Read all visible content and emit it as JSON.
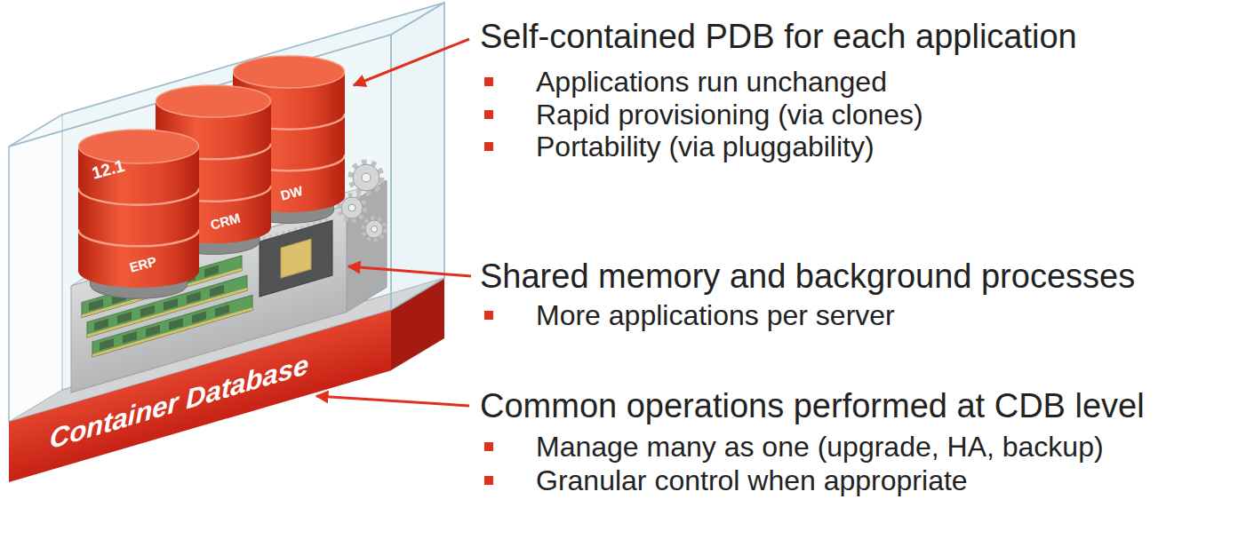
{
  "diagram": {
    "nodes": [
      {
        "text": [
          "12.1",
          "ERP"
        ]
      },
      {
        "text": [
          "CRM"
        ]
      },
      {
        "text": [
          "DW"
        ]
      },
      {
        "text": [
          "Container Database"
        ]
      }
    ],
    "labels": [
      "Self-contained PDB for each application",
      "Applications run unchanged",
      "Rapid provisioning (via clones)",
      "Portability (via pluggability)",
      "Shared memory and background processes",
      "More applications per server",
      "Common operations performed at CDB level",
      "Manage many as one (upgrade, HA, backup)",
      "Granular control when appropriate"
    ]
  }
}
